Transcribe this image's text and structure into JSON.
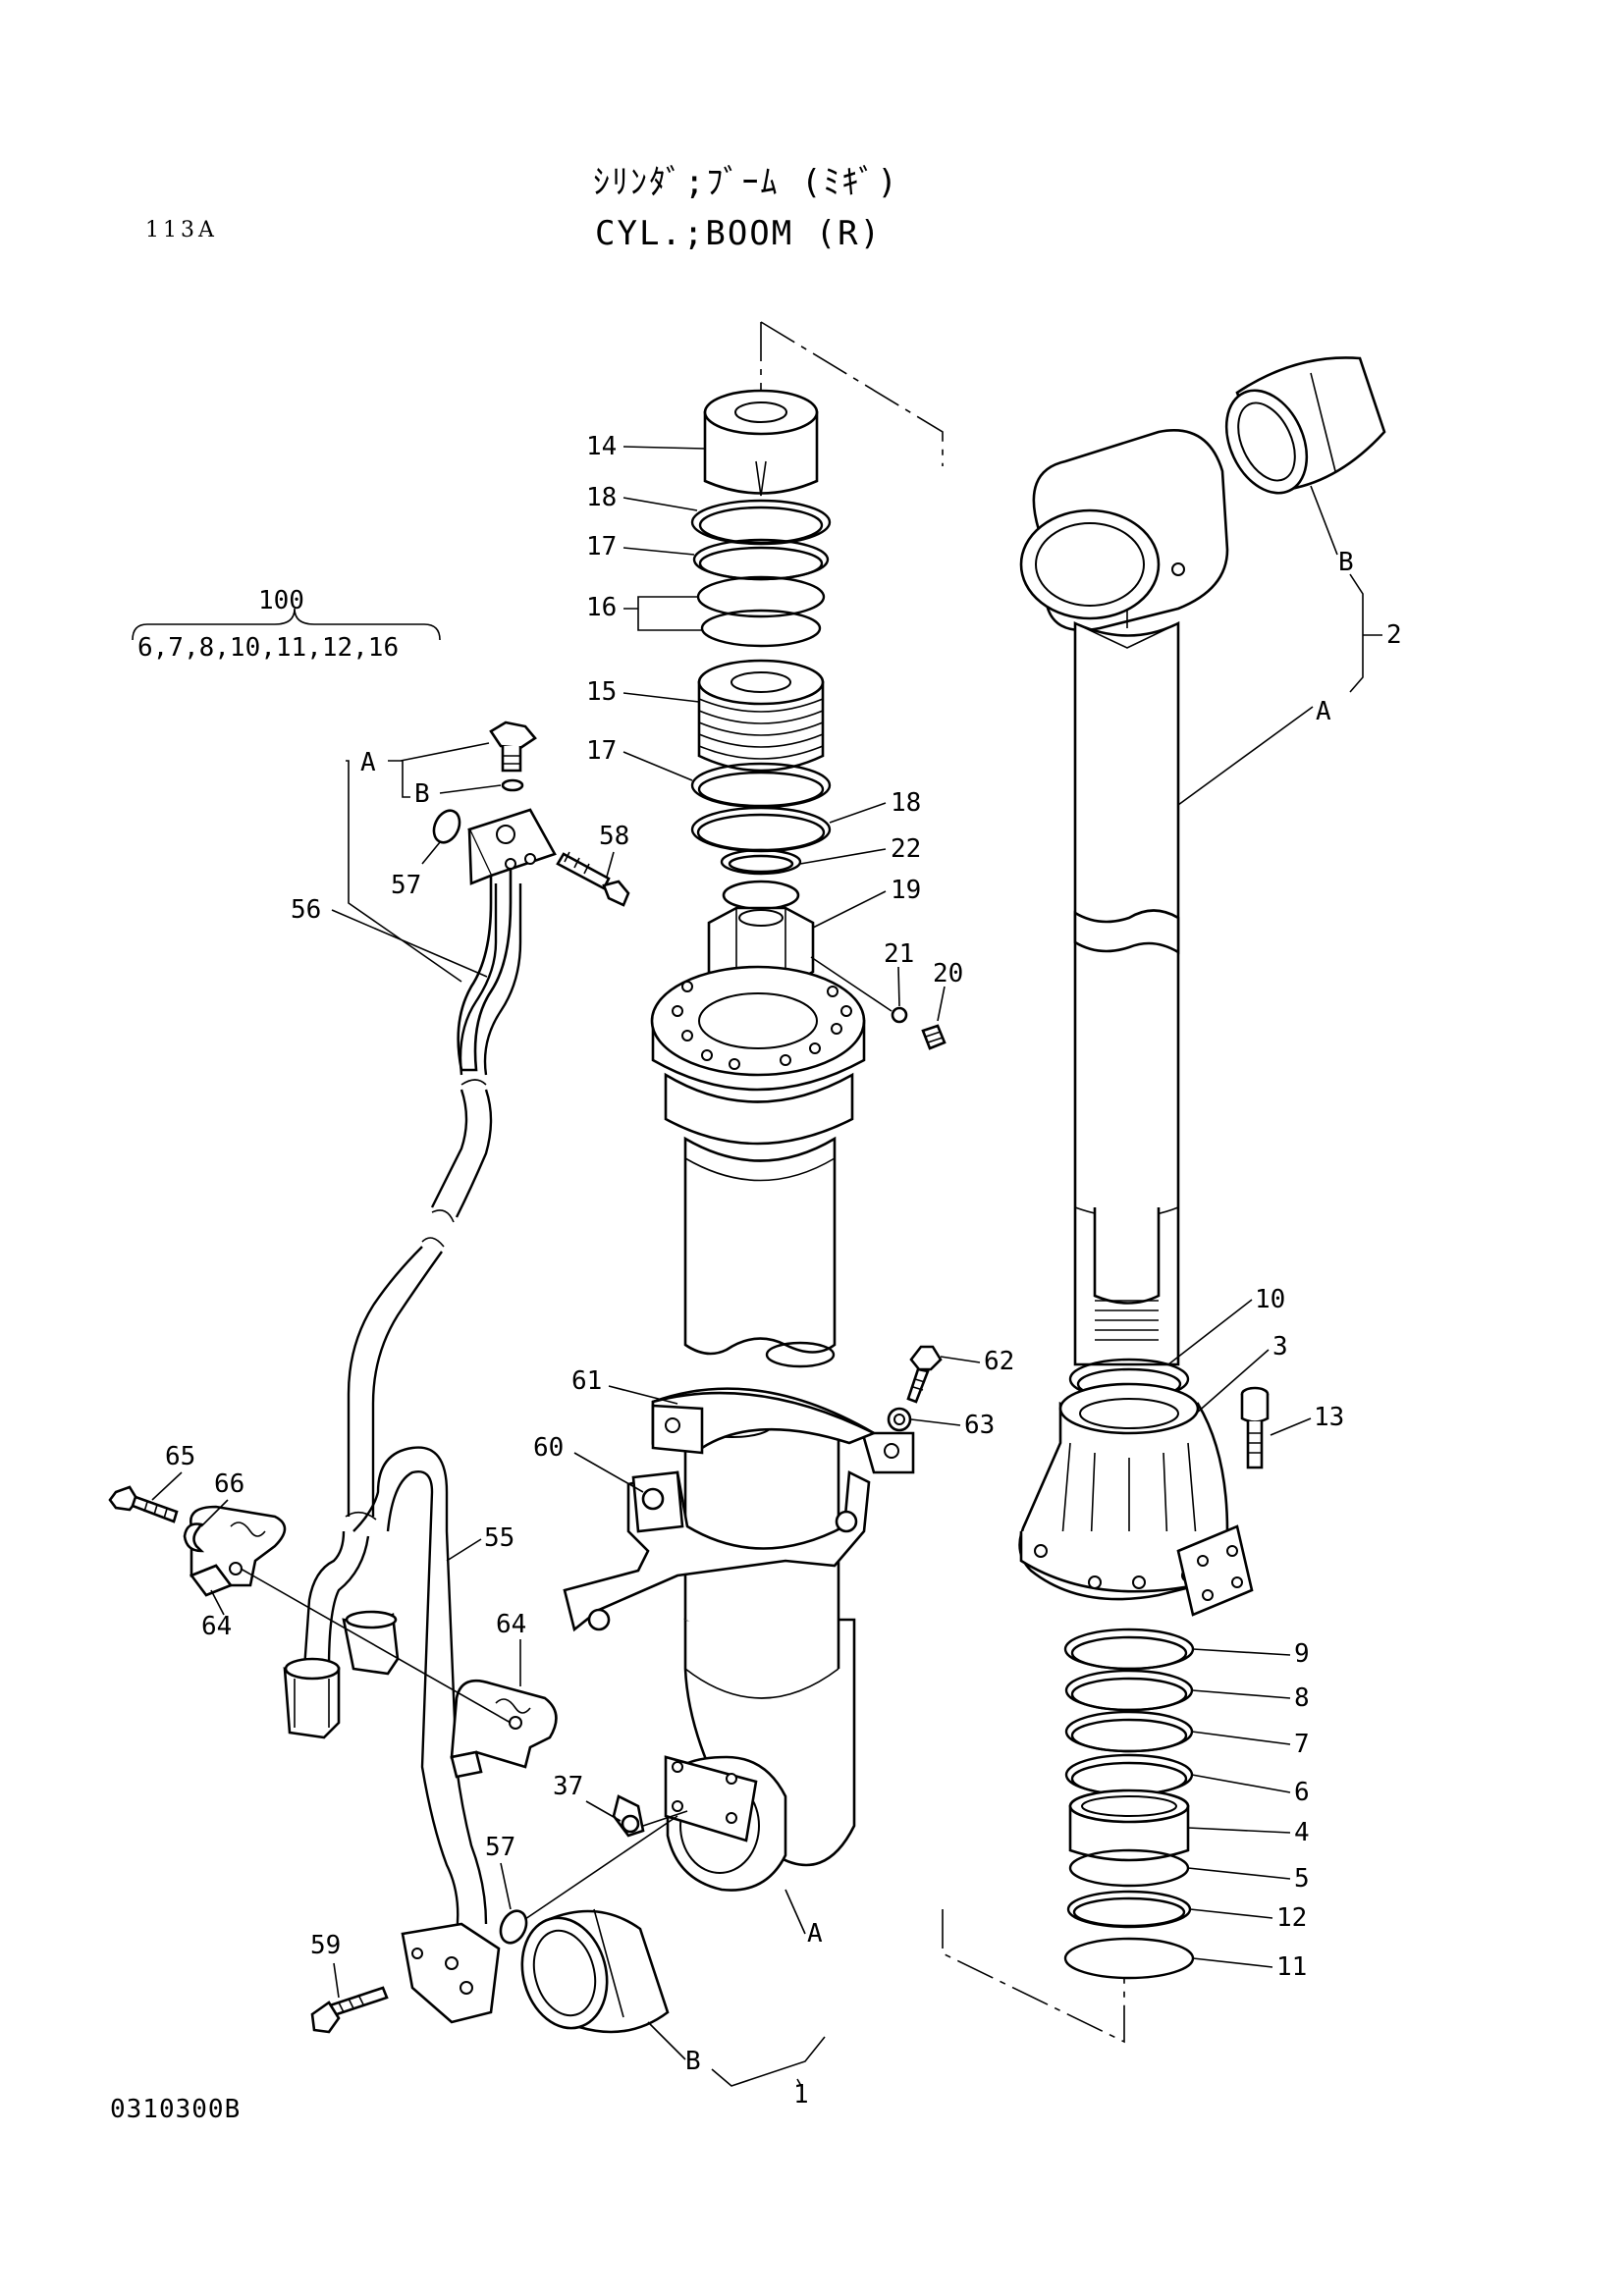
{
  "header": {
    "title_jp": "ｼﾘﾝﾀﾞ;ﾌﾞｰﾑ (ﾐｷﾞ)",
    "title_en": "CYL.;BOOM (R)",
    "page_code": "113A"
  },
  "footer": {
    "drawing_number": "0310300B"
  },
  "kit": {
    "number": "100",
    "contents": "6,7,8,10,11,12,16"
  },
  "part_labels": {
    "p1": "1",
    "p2": "2",
    "p3": "3",
    "p4": "4",
    "p5": "5",
    "p6": "6",
    "p7": "7",
    "p8": "8",
    "p9": "9",
    "p10": "10",
    "p11": "11",
    "p12": "12",
    "p13": "13",
    "p14": "14",
    "p15": "15",
    "p16": "16",
    "p17a": "17",
    "p17b": "17",
    "p18a": "18",
    "p18b": "18",
    "p19": "19",
    "p20": "20",
    "p21": "21",
    "p22": "22",
    "p37": "37",
    "p55": "55",
    "p56": "56",
    "p57a": "57",
    "p57b": "57",
    "p58": "58",
    "p59": "59",
    "p60": "60",
    "p61": "61",
    "p62": "62",
    "p63": "63",
    "p64a": "64",
    "p64b": "64",
    "p65": "65",
    "p66": "66"
  },
  "sub_labels": {
    "rod_A": "A",
    "rod_B": "B",
    "pipe_A": "A",
    "pipe_B": "B",
    "tube_A": "A",
    "tube_B": "B"
  }
}
